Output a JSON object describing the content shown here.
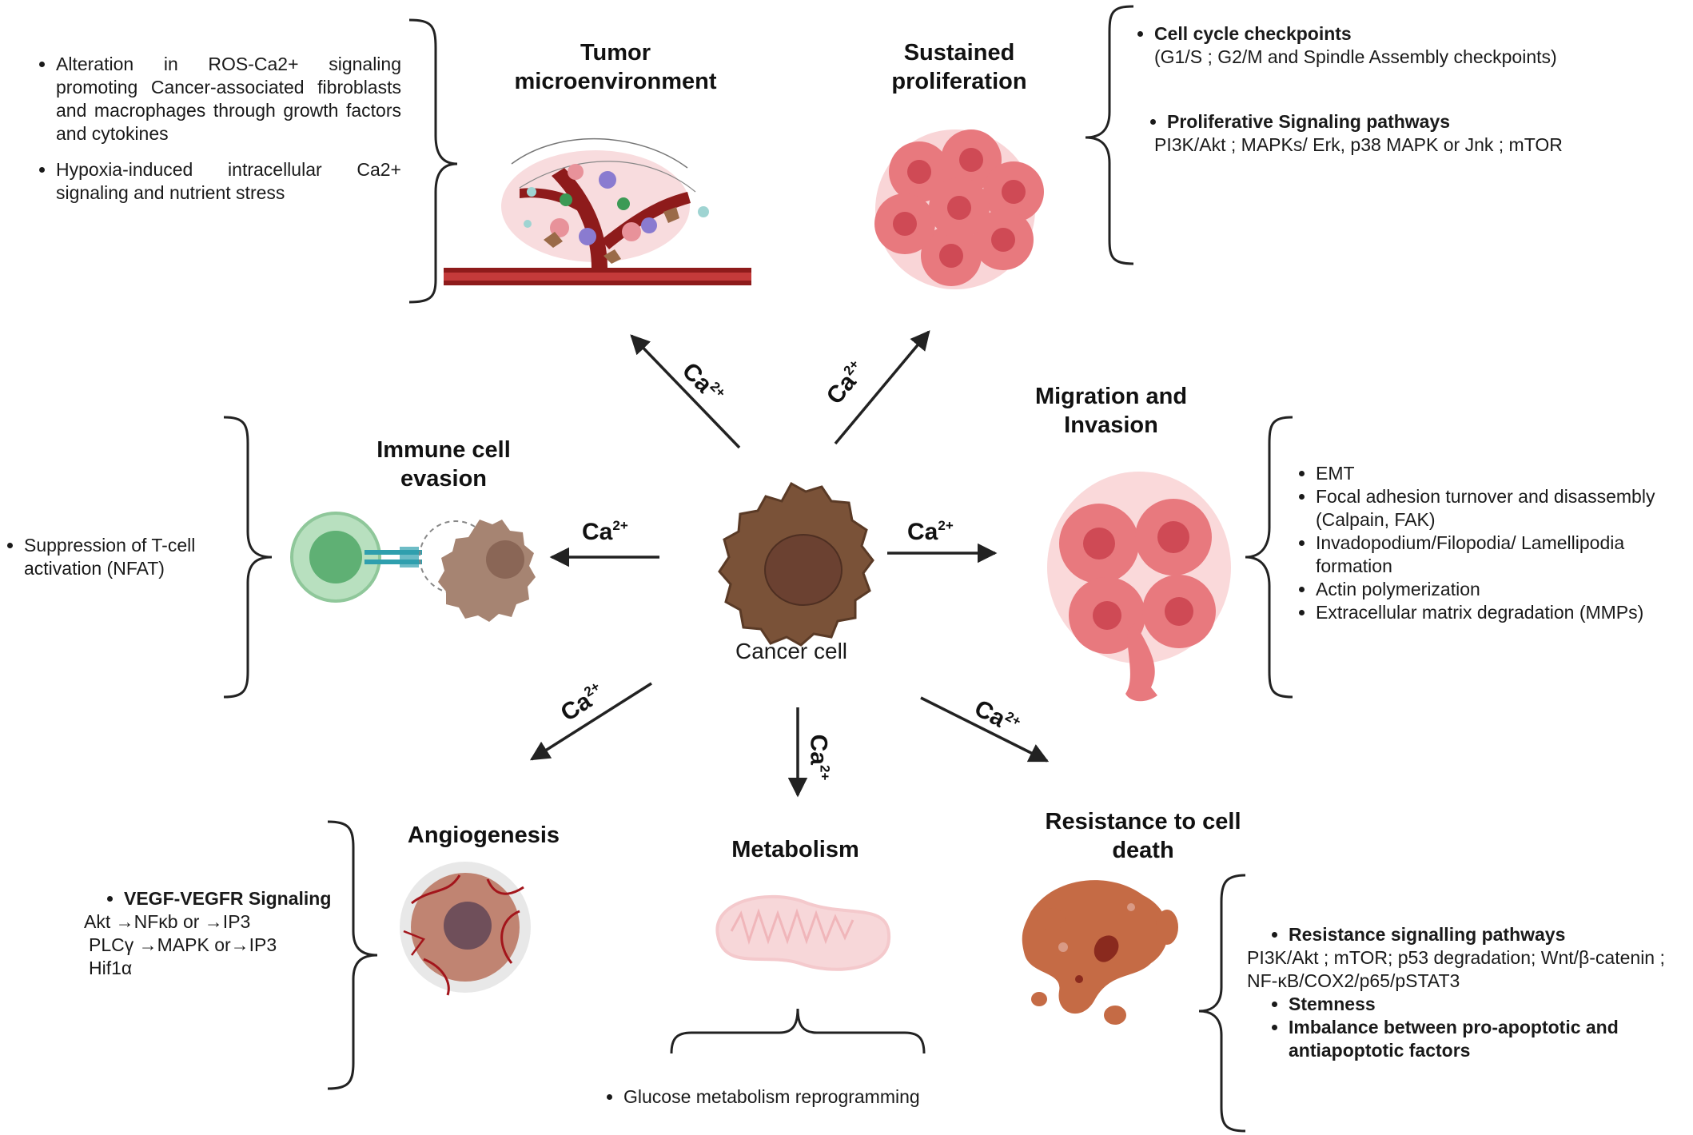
{
  "center": {
    "label": "Cancer cell"
  },
  "ca_label": {
    "base": "Ca",
    "sup": "2+"
  },
  "sections": {
    "tumor": {
      "title": [
        "Tumor",
        "microenvironment"
      ],
      "bullets": [
        "Alteration in ROS-Ca2+ signaling promoting Cancer-associated fibroblasts and macrophages through growth factors and cytokines",
        "Hypoxia-induced intracellular Ca2+ signaling and nutrient stress"
      ]
    },
    "proliferation": {
      "title": [
        "Sustained",
        "proliferation"
      ],
      "items": [
        {
          "head": "Cell cycle checkpoints",
          "text": "(G1/S ; G2/M and Spindle Assembly checkpoints)"
        },
        {
          "head": "Proliferative Signaling pathways",
          "text": "PI3K/Akt ;  MAPKs/ Erk, p38 MAPK or Jnk ;  mTOR"
        }
      ]
    },
    "immune": {
      "title": [
        "Immune cell",
        "evasion"
      ],
      "bullets": [
        "Suppression of T-cell activation (NFAT)"
      ]
    },
    "migration": {
      "title": [
        "Migration and",
        "Invasion"
      ],
      "bullets": [
        "EMT",
        "Focal adhesion turnover and disassembly (Calpain, FAK)",
        "Invadopodium/Filopodia/ Lamellipodia formation",
        "Actin polymerization",
        "Extracellular matrix degradation (MMPs)"
      ]
    },
    "angiogenesis": {
      "title": [
        "Angiogenesis"
      ],
      "head": "VEGF-VEGFR Signaling",
      "lines": [
        "Akt →NFκb or →IP3",
        "PLCγ →MAPK or→IP3",
        "Hif1α"
      ]
    },
    "metabolism": {
      "title": [
        "Metabolism"
      ],
      "bullets": [
        "Glucose  metabolism reprogramming"
      ]
    },
    "resistance": {
      "title": [
        "Resistance to cell",
        "death"
      ],
      "head": "Resistance signalling pathways",
      "text": "PI3K/Akt ; mTOR;  p53 degradation;  Wnt/β-catenin ;  NF-κB/COX2/p65/pSTAT3",
      "bullets": [
        "Stemness",
        "Imbalance between pro-apoptotic and antiapoptotic factors"
      ]
    }
  },
  "colors": {
    "cancer_cell": "#7a5238",
    "cancer_nucleus": "#6b4131",
    "pink_cell": "#e8797e",
    "pink_nucleus": "#cf4a55",
    "vessel": "#8e1b1b",
    "tcell": "#8fc79a",
    "receptor": "#2f9fae",
    "mito": "#f4c9cc",
    "resist_cell": "#c56b45"
  },
  "icons": [
    "cancer-cell-icon",
    "tumor-microenvironment-icon",
    "proliferating-cells-icon",
    "t-cell-icon",
    "invading-cells-icon",
    "angiogenic-tumor-icon",
    "mitochondrion-icon",
    "dying-cell-icon"
  ]
}
